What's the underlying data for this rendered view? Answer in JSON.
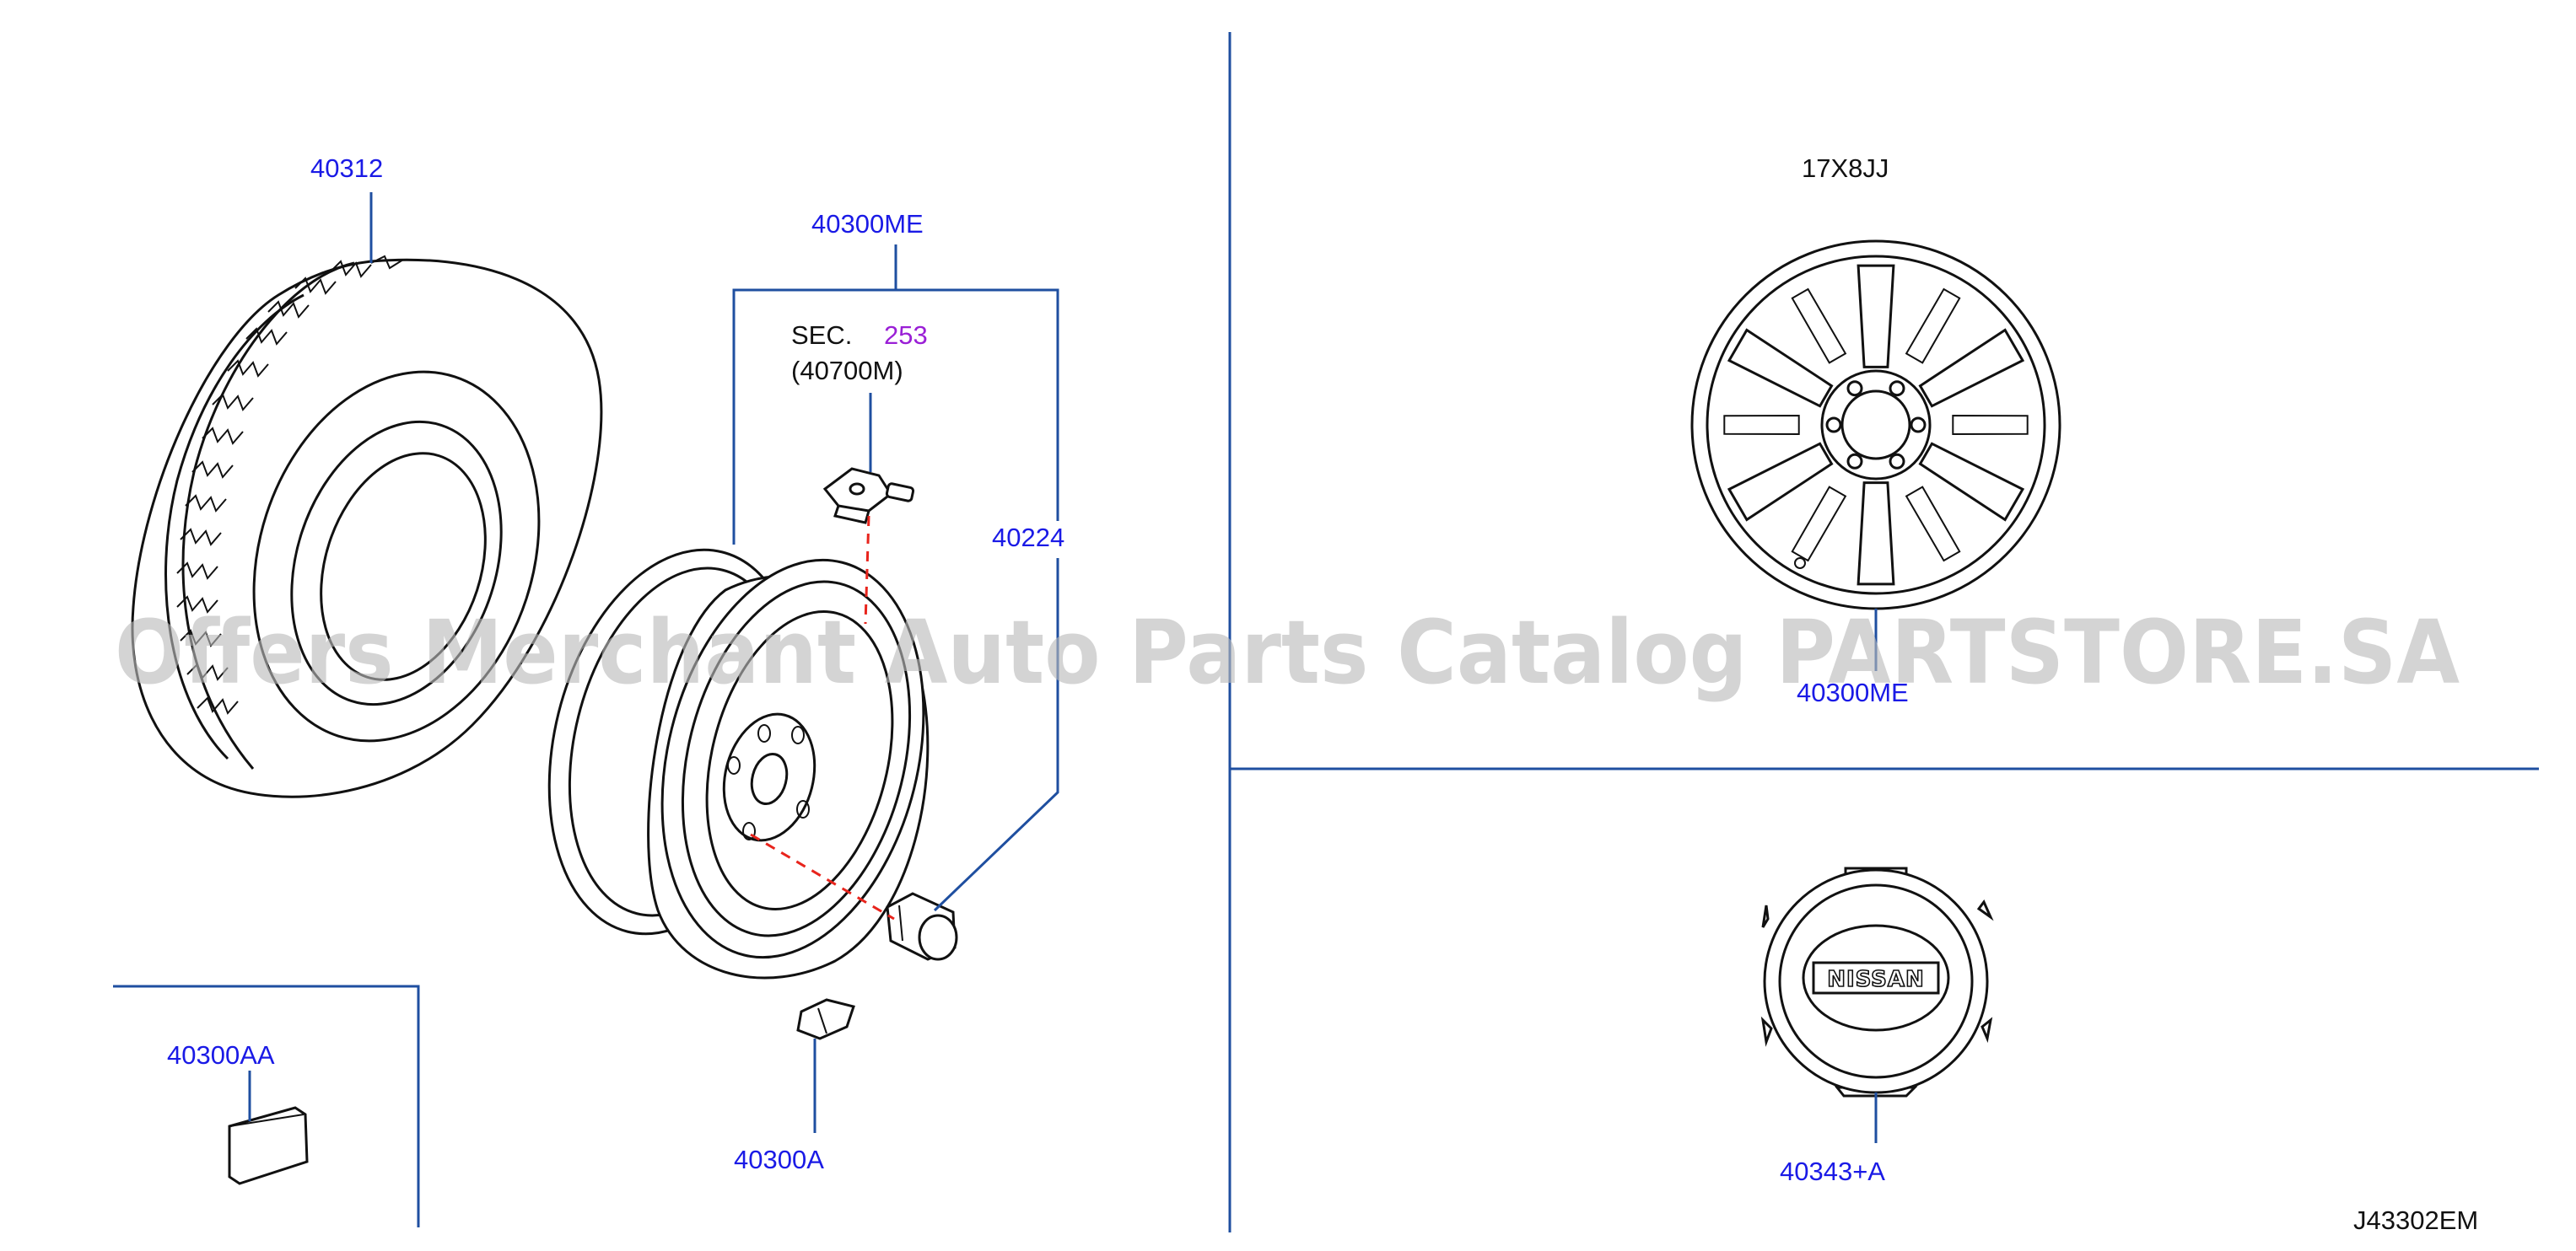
{
  "diagram": {
    "part_numbers": {
      "tire": "40312",
      "wheel_assembly": "40300ME",
      "valve": "40224",
      "balance_weight": "40300A",
      "balance_weight_adhesive": "40300AA",
      "alloy_wheel": "40300ME",
      "center_cap": "40343+A"
    },
    "sensor_reference": {
      "sec_prefix": "SEC.",
      "sec_number": "253",
      "sensor_part": "(40700M)"
    },
    "wheel_size": "17X8JJ",
    "cap_logo_text": "NISSAN",
    "drawing_code": "J43302EM",
    "watermark": "Offers Merchant Auto Parts Catalog PARTSTORE.SA"
  },
  "colors": {
    "part_label": "#1a1ae6",
    "section_reference": "#9a1fd6",
    "leader_line": "#1f4fa0",
    "assembly_dash": "#e8241c",
    "ink": "#111111",
    "watermark": "#b9b9b9"
  }
}
